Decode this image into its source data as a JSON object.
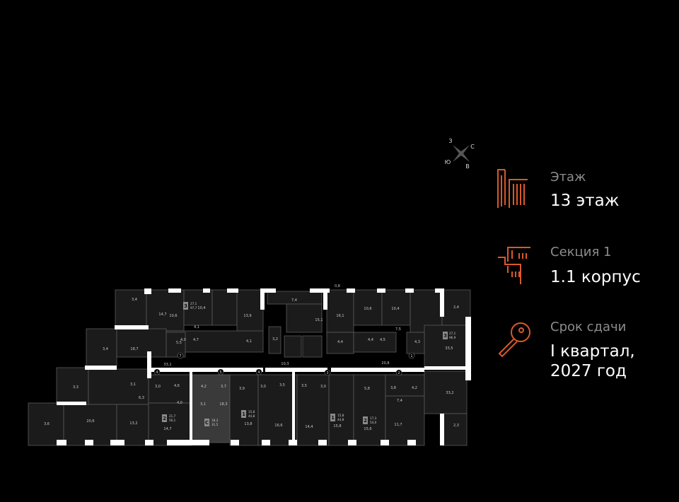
{
  "compass": {
    "n": "С",
    "s": "Ю",
    "w": "З",
    "e": "В"
  },
  "info": {
    "floor": {
      "label": "Этаж",
      "value": "13 этаж",
      "icon": "building-floor-icon"
    },
    "section": {
      "label": "Секция 1",
      "value": "1.1 корпус",
      "icon": "building-section-icon"
    },
    "delivery": {
      "label": "Срок сдачи",
      "value_line1": "I квартал,",
      "value_line2": "2027 год",
      "icon": "key-icon"
    }
  },
  "accent_color": "#d9592a",
  "plan": {
    "rooms": [
      "3,4",
      "14,7",
      "10,6",
      "10,4",
      "13,9",
      "4,1",
      "4,0",
      "4,7",
      "4,1",
      "3,4",
      "18,7",
      "5,5",
      "33,1",
      "3,3",
      "3,1",
      "3,0",
      "4,6",
      "4,2",
      "3,7",
      "3,9",
      "6,3",
      "4,0",
      "3,1",
      "18,3",
      "3,6",
      "20,6",
      "13,2",
      "14,7",
      "13,8",
      "0,8",
      "7,4",
      "15,1",
      "16,1",
      "10,6",
      "10,4",
      "2,4",
      "7,5",
      "3,2",
      "4,4",
      "4,4",
      "4,5",
      "4,3",
      "33,5",
      "10,3",
      "20,8",
      "3,0",
      "3,5",
      "3,5",
      "3,0",
      "5,8",
      "3,8",
      "4,2",
      "33,2",
      "7,4",
      "16,6",
      "14,4",
      "15,8",
      "15,6",
      "11,7",
      "2,3"
    ],
    "entrances": [
      "7",
      "4",
      "5",
      "4",
      "3",
      "2",
      "1"
    ],
    "badges": [
      {
        "type": "3",
        "living": "27,1",
        "total": "97,7"
      },
      {
        "type": "2",
        "living": "21,7",
        "total": "56,1"
      },
      {
        "type": "С",
        "living": "18,3",
        "total": "31,5"
      },
      {
        "type": "1",
        "living": "15,8",
        "total": "44,8"
      },
      {
        "type": "1",
        "living": "15,8",
        "total": "44,8"
      },
      {
        "type": "2",
        "living": "17,3",
        "total": "54,0"
      },
      {
        "type": "3",
        "living": "27,1",
        "total": "96,9"
      }
    ]
  }
}
